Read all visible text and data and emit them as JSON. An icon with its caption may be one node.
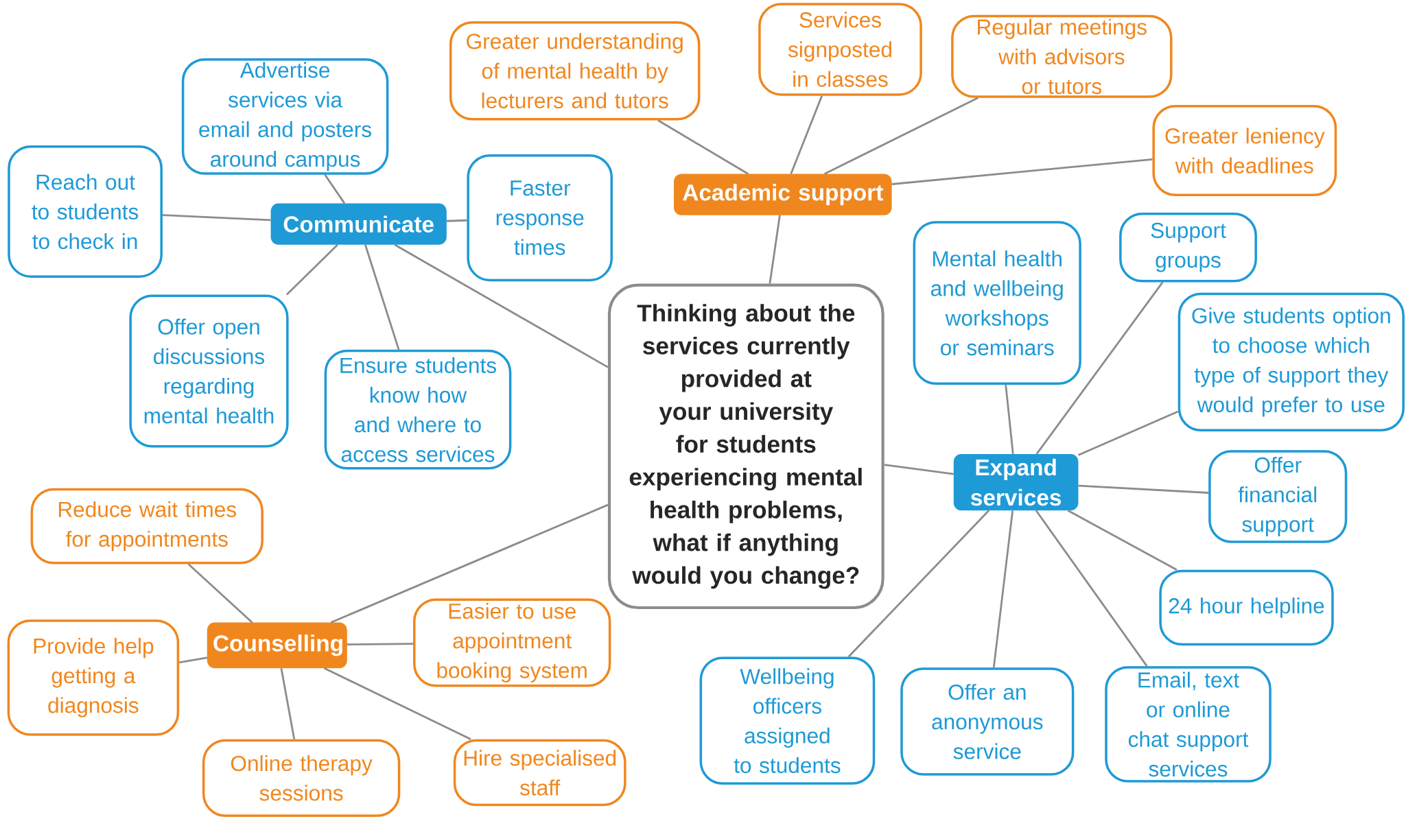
{
  "diagram": {
    "nodes": [
      {
        "text": [
          "Thinking about the services currently provided at your university for students experiencing mental health problems, what if anything would you change?"
        ]
      },
      {
        "text": [
          "Communicate"
        ]
      },
      {
        "text": [
          "Academic support"
        ]
      },
      {
        "text": [
          "Expand services"
        ]
      },
      {
        "text": [
          "Counselling"
        ]
      },
      {
        "text": [
          "Reach out to students to check in"
        ]
      },
      {
        "text": [
          "Advertise services via email and posters around campus"
        ]
      },
      {
        "text": [
          "Faster response times"
        ]
      },
      {
        "text": [
          "Offer open discussions regarding mental health"
        ]
      },
      {
        "text": [
          "Ensure students know how and where to access services"
        ]
      },
      {
        "text": [
          "Greater understanding of mental health by lecturers and tutors"
        ]
      },
      {
        "text": [
          "Services signposted in classes"
        ]
      },
      {
        "text": [
          "Regular meetings with advisors or tutors"
        ]
      },
      {
        "text": [
          "Greater leniency with deadlines"
        ]
      },
      {
        "text": [
          "Mental health and wellbeing workshops or seminars"
        ]
      },
      {
        "text": [
          "Support groups"
        ]
      },
      {
        "text": [
          "Give students option to choose which type of support they would prefer to use"
        ]
      },
      {
        "text": [
          "Offer financial support"
        ]
      },
      {
        "text": [
          "24 hour helpline"
        ]
      },
      {
        "text": [
          "Email, text or online chat support services"
        ]
      },
      {
        "text": [
          "Offer an anonymous service"
        ]
      },
      {
        "text": [
          "Wellbeing officers assigned to students"
        ]
      },
      {
        "text": [
          "Reduce wait times for appointments"
        ]
      },
      {
        "text": [
          "Provide help getting a diagnosis"
        ]
      },
      {
        "text": [
          "Easier to use appointment booking system"
        ]
      },
      {
        "text": [
          "Online therapy sessions"
        ]
      },
      {
        "text": [
          "Hire specialised staff"
        ]
      }
    ],
    "edges": [
      {
        "from": 0,
        "to": 1,
        "arrow": "none"
      },
      {
        "from": 0,
        "to": 2,
        "arrow": "none"
      },
      {
        "from": 0,
        "to": 3,
        "arrow": "none"
      },
      {
        "from": 0,
        "to": 4,
        "arrow": "none"
      },
      {
        "from": 1,
        "to": 5,
        "arrow": "none"
      },
      {
        "from": 1,
        "to": 6,
        "arrow": "none"
      },
      {
        "from": 1,
        "to": 7,
        "arrow": "none"
      },
      {
        "from": 1,
        "to": 8,
        "arrow": "none"
      },
      {
        "from": 1,
        "to": 9,
        "arrow": "none"
      },
      {
        "from": 2,
        "to": 10,
        "arrow": "none"
      },
      {
        "from": 2,
        "to": 11,
        "arrow": "none"
      },
      {
        "from": 2,
        "to": 12,
        "arrow": "none"
      },
      {
        "from": 2,
        "to": 13,
        "arrow": "none"
      },
      {
        "from": 3,
        "to": 14,
        "arrow": "none"
      },
      {
        "from": 3,
        "to": 15,
        "arrow": "none"
      },
      {
        "from": 3,
        "to": 16,
        "arrow": "none"
      },
      {
        "from": 3,
        "to": 17,
        "arrow": "none"
      },
      {
        "from": 3,
        "to": 18,
        "arrow": "none"
      },
      {
        "from": 3,
        "to": 19,
        "arrow": "none"
      },
      {
        "from": 3,
        "to": 20,
        "arrow": "none"
      },
      {
        "from": 3,
        "to": 21,
        "arrow": "none"
      },
      {
        "from": 4,
        "to": 22,
        "arrow": "none"
      },
      {
        "from": 4,
        "to": 23,
        "arrow": "none"
      },
      {
        "from": 4,
        "to": 24,
        "arrow": "none"
      },
      {
        "from": 4,
        "to": 25,
        "arrow": "none"
      },
      {
        "from": 4,
        "to": 26,
        "arrow": "none"
      }
    ]
  }
}
